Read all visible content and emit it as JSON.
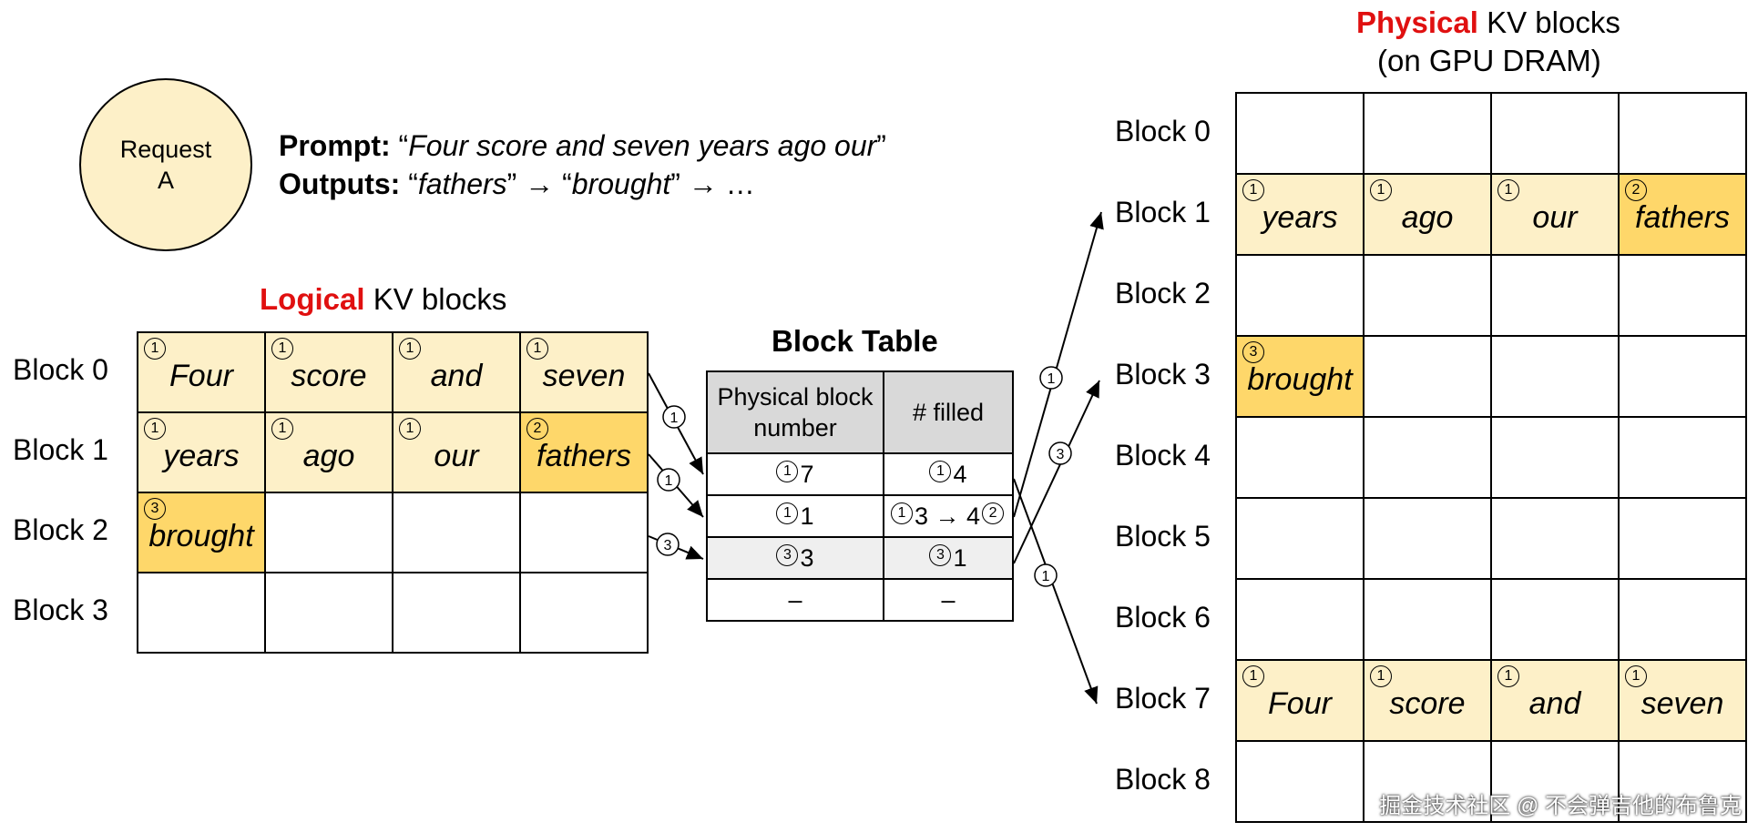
{
  "request": {
    "label_line1": "Request",
    "label_line2": "A"
  },
  "prompt": {
    "prompt_label": "Prompt:",
    "prompt_text": "Four score and seven years ago our",
    "outputs_label": "Outputs:",
    "output1": "fathers",
    "arrow": "→",
    "output2": "brought",
    "ellipsis": "…",
    "quote_open": "“",
    "quote_close": "”"
  },
  "logical": {
    "title_red": "Logical",
    "title_rest": " KV blocks",
    "row_labels": [
      "Block 0",
      "Block 1",
      "Block 2",
      "Block 3"
    ],
    "rows": [
      [
        {
          "tok": "Four",
          "n": "1",
          "c": "light"
        },
        {
          "tok": "score",
          "n": "1",
          "c": "light"
        },
        {
          "tok": "and",
          "n": "1",
          "c": "light"
        },
        {
          "tok": "seven",
          "n": "1",
          "c": "light"
        }
      ],
      [
        {
          "tok": "years",
          "n": "1",
          "c": "light"
        },
        {
          "tok": "ago",
          "n": "1",
          "c": "light"
        },
        {
          "tok": "our",
          "n": "1",
          "c": "light"
        },
        {
          "tok": "fathers",
          "n": "2",
          "c": "dark"
        }
      ],
      [
        {
          "tok": "brought",
          "n": "3",
          "c": "dark"
        },
        {
          "tok": "",
          "n": "",
          "c": ""
        },
        {
          "tok": "",
          "n": "",
          "c": ""
        },
        {
          "tok": "",
          "n": "",
          "c": ""
        }
      ],
      [
        {
          "tok": "",
          "n": "",
          "c": ""
        },
        {
          "tok": "",
          "n": "",
          "c": ""
        },
        {
          "tok": "",
          "n": "",
          "c": ""
        },
        {
          "tok": "",
          "n": "",
          "c": ""
        }
      ]
    ]
  },
  "block_table": {
    "title": "Block Table",
    "header_col1": "Physical block number",
    "header_col2": "# filled",
    "rows": [
      {
        "n1": "1",
        "v1": "7",
        "n2": "1",
        "v2": "4",
        "extra": ""
      },
      {
        "n1": "1",
        "v1": "1",
        "n2": "1",
        "v2": "3 → 4",
        "extra": "2"
      },
      {
        "n1": "3",
        "v1": "3",
        "n2": "3",
        "v2": "1",
        "extra": ""
      },
      {
        "n1": "",
        "v1": "–",
        "n2": "",
        "v2": "–",
        "extra": ""
      }
    ]
  },
  "physical": {
    "title_red": "Physical",
    "title_rest": " KV blocks",
    "subtitle": "(on GPU DRAM)",
    "row_labels": [
      "Block 0",
      "Block 1",
      "Block 2",
      "Block 3",
      "Block 4",
      "Block 5",
      "Block 6",
      "Block 7",
      "Block 8"
    ],
    "rows": [
      [
        {
          "tok": "",
          "n": "",
          "c": ""
        },
        {
          "tok": "",
          "n": "",
          "c": ""
        },
        {
          "tok": "",
          "n": "",
          "c": ""
        },
        {
          "tok": "",
          "n": "",
          "c": ""
        }
      ],
      [
        {
          "tok": "years",
          "n": "1",
          "c": "light"
        },
        {
          "tok": "ago",
          "n": "1",
          "c": "light"
        },
        {
          "tok": "our",
          "n": "1",
          "c": "light"
        },
        {
          "tok": "fathers",
          "n": "2",
          "c": "dark"
        }
      ],
      [
        {
          "tok": "",
          "n": "",
          "c": ""
        },
        {
          "tok": "",
          "n": "",
          "c": ""
        },
        {
          "tok": "",
          "n": "",
          "c": ""
        },
        {
          "tok": "",
          "n": "",
          "c": ""
        }
      ],
      [
        {
          "tok": "brought",
          "n": "3",
          "c": "dark"
        },
        {
          "tok": "",
          "n": "",
          "c": ""
        },
        {
          "tok": "",
          "n": "",
          "c": ""
        },
        {
          "tok": "",
          "n": "",
          "c": ""
        }
      ],
      [
        {
          "tok": "",
          "n": "",
          "c": ""
        },
        {
          "tok": "",
          "n": "",
          "c": ""
        },
        {
          "tok": "",
          "n": "",
          "c": ""
        },
        {
          "tok": "",
          "n": "",
          "c": ""
        }
      ],
      [
        {
          "tok": "",
          "n": "",
          "c": ""
        },
        {
          "tok": "",
          "n": "",
          "c": ""
        },
        {
          "tok": "",
          "n": "",
          "c": ""
        },
        {
          "tok": "",
          "n": "",
          "c": ""
        }
      ],
      [
        {
          "tok": "",
          "n": "",
          "c": ""
        },
        {
          "tok": "",
          "n": "",
          "c": ""
        },
        {
          "tok": "",
          "n": "",
          "c": ""
        },
        {
          "tok": "",
          "n": "",
          "c": ""
        }
      ],
      [
        {
          "tok": "Four",
          "n": "1",
          "c": "light"
        },
        {
          "tok": "score",
          "n": "1",
          "c": "light"
        },
        {
          "tok": "and",
          "n": "1",
          "c": "light"
        },
        {
          "tok": "seven",
          "n": "1",
          "c": "light"
        }
      ],
      [
        {
          "tok": "",
          "n": "",
          "c": ""
        },
        {
          "tok": "",
          "n": "",
          "c": ""
        },
        {
          "tok": "",
          "n": "",
          "c": ""
        },
        {
          "tok": "",
          "n": "",
          "c": ""
        }
      ]
    ]
  },
  "arrow_labels": [
    "1",
    "1",
    "3",
    "1",
    "3",
    "1"
  ],
  "colors": {
    "light": "#fdf0c8",
    "dark": "#fed76a",
    "accent_red": "#e01010",
    "header_grey": "#d9d9d9"
  },
  "watermark": "掘金技术社区 @ 不会弹吉他的布鲁克"
}
